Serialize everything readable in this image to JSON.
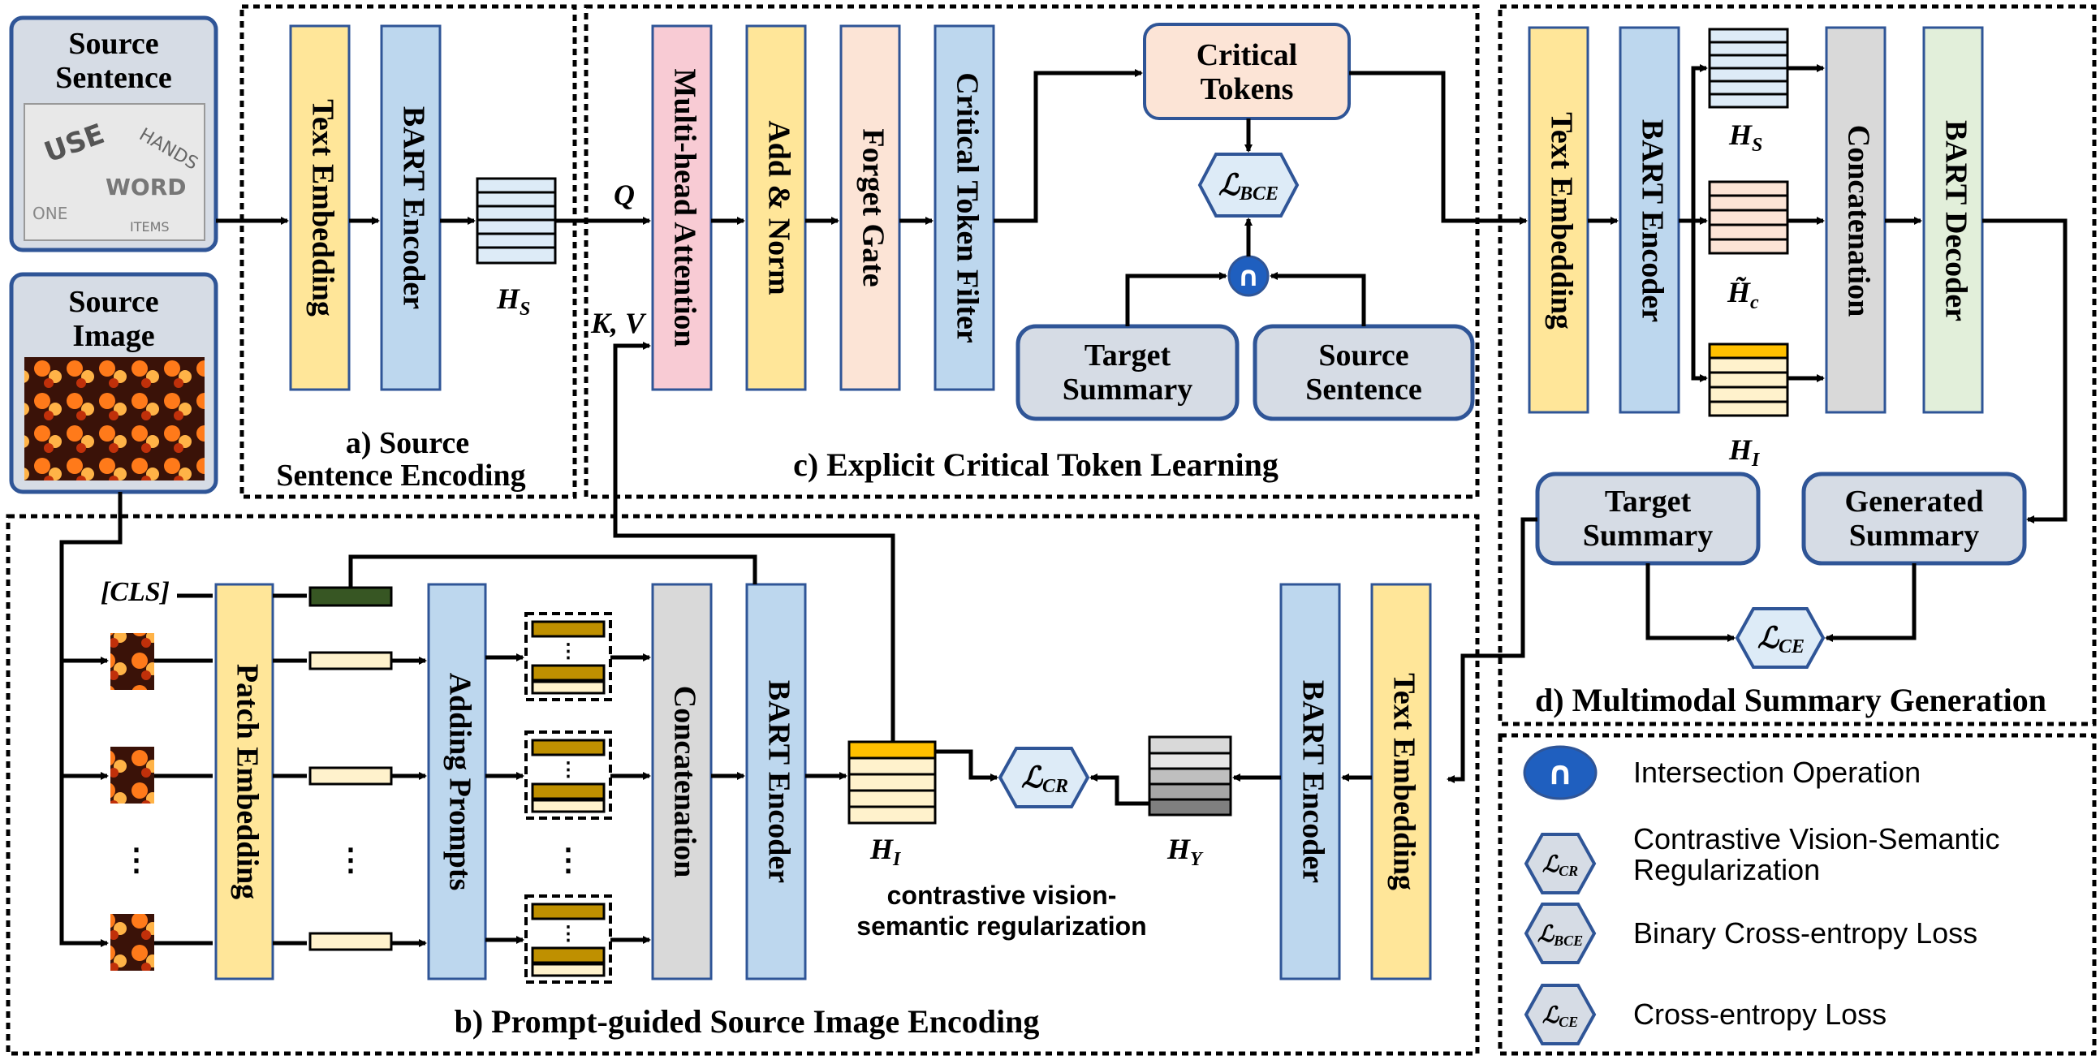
{
  "inputs": {
    "source_sentence_label": "Source Sentence",
    "source_image_label": "Source Image"
  },
  "section_a": {
    "caption_line1": "a) Source",
    "caption_line2": "Sentence Encoding",
    "text_embedding": "Text Embedding",
    "bart_encoder": "BART Encoder",
    "hs_symbol": "H",
    "hs_sub": "S"
  },
  "section_c": {
    "caption": "c) Explicit Critical Token Learning",
    "q_label": "Q",
    "kv_label": "K, V",
    "multi_head_attention": "Multi-head Attention",
    "add_norm": "Add & Norm",
    "forget_gate": "Forget Gate",
    "critical_token_filter": "Critical Token Filter",
    "critical_tokens": "Critical Tokens",
    "loss_symbol": "ℒ",
    "loss_sub": "BCE",
    "intersection_symbol": "∩",
    "target_summary": "Target Summary",
    "source_sentence": "Source Sentence"
  },
  "section_d": {
    "caption": "d) Multimodal Summary Generation",
    "text_embedding": "Text Embedding",
    "bart_encoder": "BART Encoder",
    "concatenation": "Concatenation",
    "bart_decoder": "BART Decoder",
    "hs_symbol": "H",
    "hs_sub": "S",
    "hc_symbol": "H̃",
    "hc_sub": "c",
    "hi_symbol": "H",
    "hi_sub": "I",
    "target_summary": "Target Summary",
    "generated_summary": "Generated Summary",
    "loss_symbol": "ℒ",
    "loss_sub": "CE"
  },
  "section_b": {
    "caption": "b) Prompt-guided Source Image Encoding",
    "cls_token": "[CLS]",
    "patch_embedding": "Patch Embedding",
    "adding_prompts": "Adding Prompts",
    "concatenation": "Concatenation",
    "bart_encoder": "BART Encoder",
    "hi_symbol": "H",
    "hi_sub": "I",
    "loss_symbol": "ℒ",
    "loss_sub": "CR",
    "hy_symbol": "H",
    "hy_sub": "Y",
    "regularization_line1": "contrastive vision-",
    "regularization_line2": "semantic regularization",
    "text_embedding": "Text Embedding",
    "bart_encoder_right": "BART Encoder",
    "ellipsis": "⋮"
  },
  "legend": {
    "items": [
      {
        "symbol": "∩",
        "label": "Intersection Operation"
      },
      {
        "symbol": "ℒ",
        "sub": "CR",
        "label": "Contrastive Vision-Semantic Regularization"
      },
      {
        "symbol": "ℒ",
        "sub": "BCE",
        "label": "Binary Cross-entropy Loss"
      },
      {
        "symbol": "ℒ",
        "sub": "CE",
        "label": "Cross-entropy Loss"
      }
    ],
    "label_cr_line1": "Contrastive Vision-Semantic",
    "label_cr_line2": "Regularization"
  },
  "colors": {
    "yellow_block": "#FFE699",
    "blue_block": "#BDD7EE",
    "pink_block": "#F8CBD4",
    "peach_block": "#FCE4D6",
    "grey_block": "#D9D9D9",
    "green_block": "#E2EFDA",
    "input_box": "#D6DCE5",
    "input_border": "#2F5597",
    "legend_blue": "#1F5FBF"
  }
}
